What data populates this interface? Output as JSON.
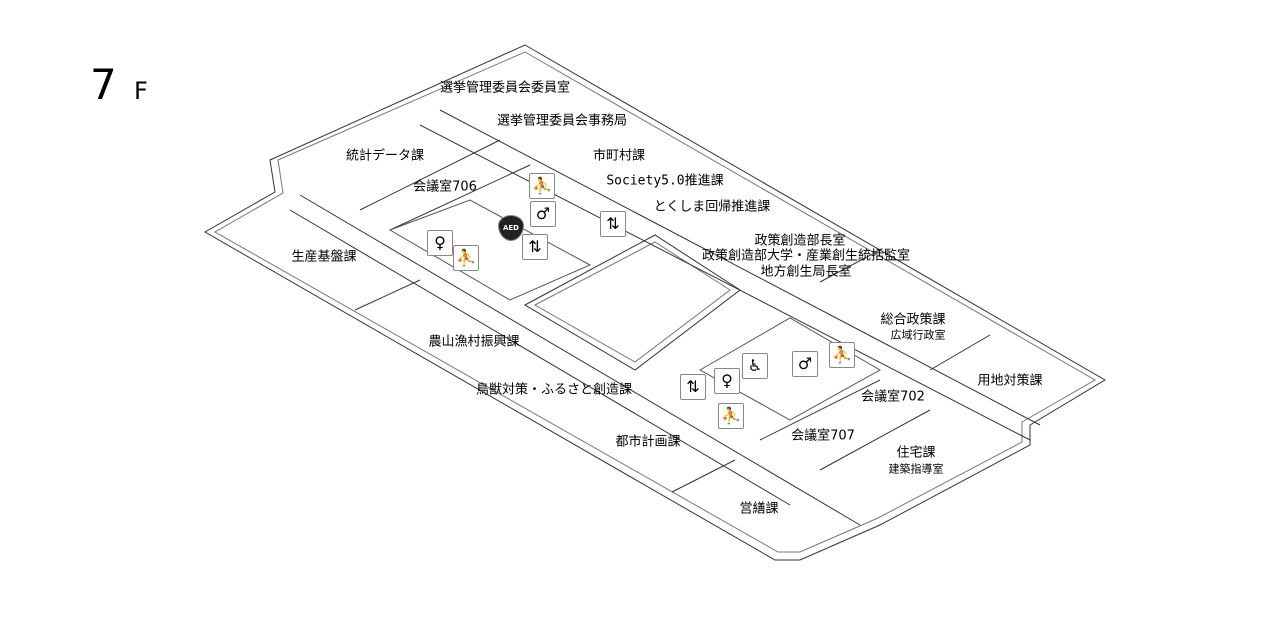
{
  "floor": {
    "number": "7",
    "suffix": "F"
  },
  "rooms": [
    {
      "id": "senkyo-iinshitsu",
      "name": "選挙管理委員会委員室"
    },
    {
      "id": "senkyo-jimukyoku",
      "name": "選挙管理委員会事務局"
    },
    {
      "id": "toukei",
      "name": "統計データ課"
    },
    {
      "id": "shichouson",
      "name": "市町村課"
    },
    {
      "id": "kaigi706",
      "name": "会議室706"
    },
    {
      "id": "society",
      "name": "Society5.0推進課"
    },
    {
      "id": "tokushima",
      "name": "とくしま回帰推進課"
    },
    {
      "id": "seisaku-buchou",
      "name": "政策創造部長室"
    },
    {
      "id": "seisaku-daigaku",
      "name": "政策創造部大学・産業創生統括監室"
    },
    {
      "id": "chihou",
      "name": "地方創生局長室"
    },
    {
      "id": "seisan",
      "name": "生産基盤課"
    },
    {
      "id": "sougou",
      "name": "総合政策課",
      "sub": "広域行政室"
    },
    {
      "id": "nousan",
      "name": "農山漁村振興課"
    },
    {
      "id": "youchi",
      "name": "用地対策課"
    },
    {
      "id": "choujuu",
      "name": "鳥獣対策・ふるさと創造課"
    },
    {
      "id": "kaigi702",
      "name": "会議室702"
    },
    {
      "id": "kaigi707",
      "name": "会議室707"
    },
    {
      "id": "juutaku",
      "name": "住宅課",
      "sub": "建築指導室"
    },
    {
      "id": "toshi",
      "name": "都市計画課"
    },
    {
      "id": "eizen",
      "name": "営繕課"
    }
  ],
  "icons": {
    "elevator": "elevator-icon",
    "stairs": "stairs-icon",
    "men": "mens-restroom-icon",
    "women": "womens-restroom-icon",
    "aed": "AED",
    "accessible": "accessible-restroom-icon"
  }
}
